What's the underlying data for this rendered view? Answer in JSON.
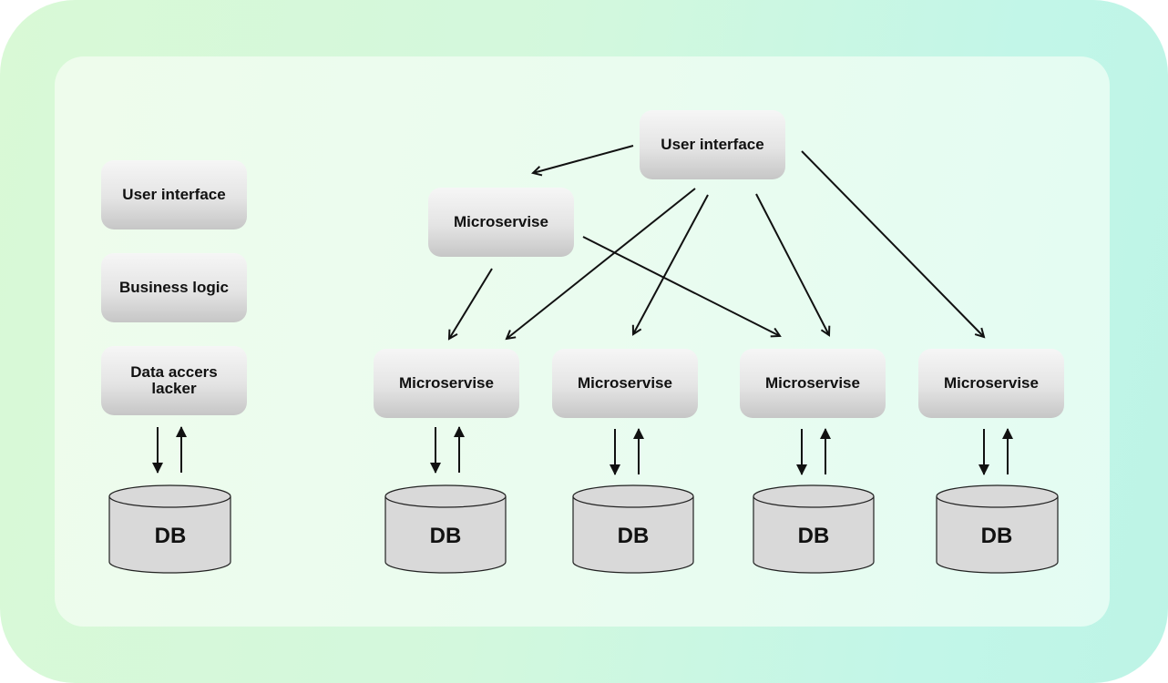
{
  "diagram": {
    "monolith": {
      "layers": [
        {
          "label": "User interface"
        },
        {
          "label": "Business logic"
        },
        {
          "label": "Data accers lacker"
        }
      ],
      "database": {
        "label": "DB"
      }
    },
    "microservices": {
      "user_interface": {
        "label": "User interface"
      },
      "upper_service": {
        "label": "Microservise"
      },
      "services": [
        {
          "label": "Microservise",
          "database": {
            "label": "DB"
          }
        },
        {
          "label": "Microservise",
          "database": {
            "label": "DB"
          }
        },
        {
          "label": "Microservise",
          "database": {
            "label": "DB"
          }
        },
        {
          "label": "Microservise",
          "database": {
            "label": "DB"
          }
        }
      ],
      "connections": [
        {
          "from": "user_interface",
          "to": "upper_service"
        },
        {
          "from": "user_interface",
          "to": "services.0"
        },
        {
          "from": "user_interface",
          "to": "services.1"
        },
        {
          "from": "user_interface",
          "to": "services.2"
        },
        {
          "from": "user_interface",
          "to": "services.3"
        },
        {
          "from": "upper_service",
          "to": "services.0"
        },
        {
          "from": "upper_service",
          "to": "services.2"
        }
      ]
    },
    "colors": {
      "outer_left": "#d9f9d6",
      "outer_right": "#bdf4e6",
      "box_top": "#f6f6f6",
      "box_bottom": "#c6c6c6",
      "db_fill": "#d9d9d9",
      "line": "#111111"
    }
  }
}
